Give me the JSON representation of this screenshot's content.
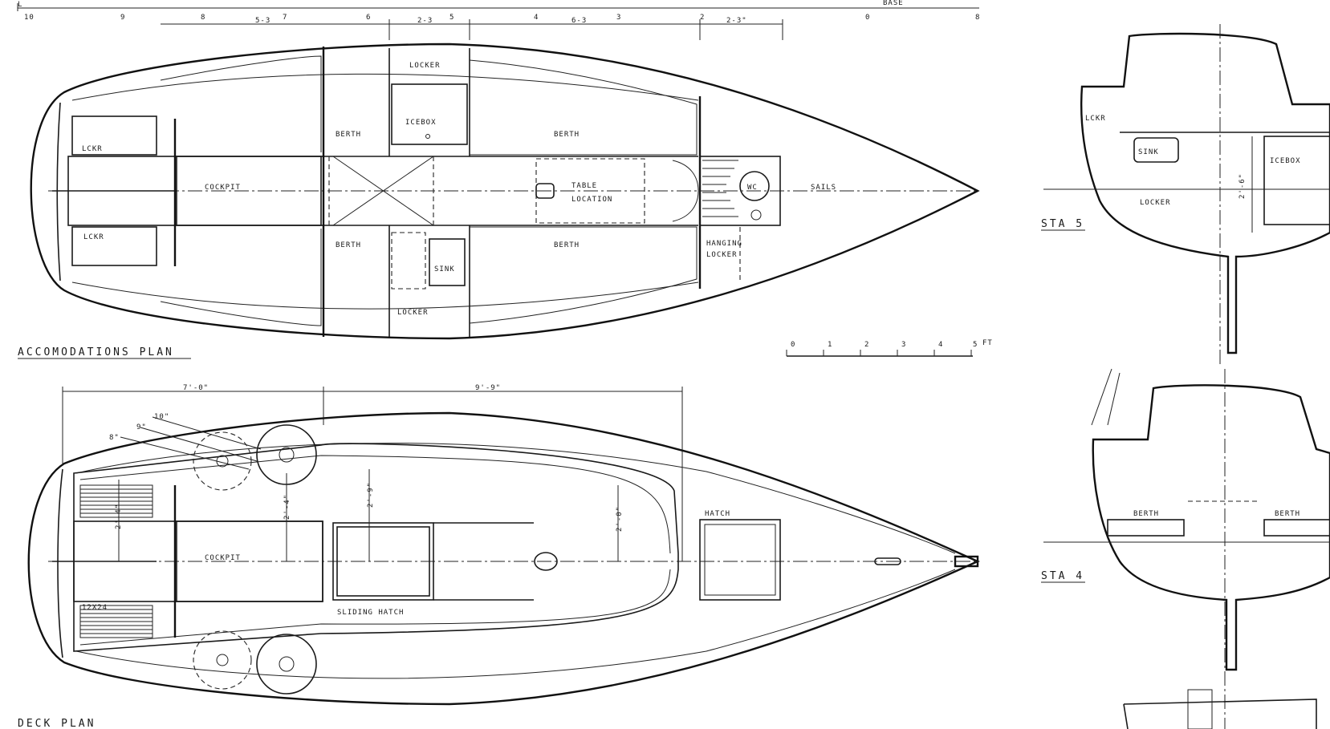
{
  "accommodations_plan": {
    "title": "ACCOMODATIONS PLAN",
    "labels": {
      "locker_fwd": "LOCKER",
      "icebox": "ICEBOX",
      "berth_port_aft": "BERTH",
      "berth_port_fwd": "BERTH",
      "berth_stbd_aft": "BERTH",
      "berth_stbd_fwd": "BERTH",
      "lckr_top": "LCKR",
      "lckr_bottom": "LCKR",
      "cockpit": "COCKPIT",
      "table": "TABLE",
      "location": "LOCATION",
      "wc": "WC",
      "sails": "SAILS",
      "sink": "SINK",
      "hanging_locker": "HANGING",
      "hanging_locker_2": "LOCKER",
      "locker_aft": "LOCKER"
    },
    "station_numbers": [
      "10",
      "9",
      "8",
      "7",
      "6",
      "5",
      "4",
      "3",
      "2",
      "0",
      "8"
    ],
    "base_label": "BASE",
    "top_dims": [
      "5-3",
      "2-3",
      "6-3",
      "2-3\""
    ],
    "scale": {
      "ticks": [
        "0",
        "1",
        "2",
        "3",
        "4",
        "5"
      ],
      "unit": "FT"
    }
  },
  "deck_plan": {
    "title": "DECK PLAN",
    "dims": {
      "aft": "7'-0\"",
      "fwd": "9'-9\"",
      "w1": "2'-4\"",
      "w2": "2'-4\"",
      "w3": "2'-9\"",
      "w4": "2'-0\""
    },
    "winch_angles": [
      "10\"",
      "9\"",
      "8\""
    ],
    "labels": {
      "cockpit": "COCKPIT",
      "hatch": "HATCH",
      "sliding_hatch": "SLIDING HATCH",
      "grate": "12X24"
    }
  },
  "sections": {
    "sta5": {
      "label": "STA 5",
      "items": {
        "locker_a": "LCKR",
        "sink": "SINK",
        "locker_b": "LOCKER",
        "icebox": "ICEBOX",
        "dim": "2'-6\""
      }
    },
    "sta4": {
      "label": "STA 4",
      "items": {
        "berth_l": "BERTH",
        "berth_r": "BERTH"
      }
    }
  }
}
